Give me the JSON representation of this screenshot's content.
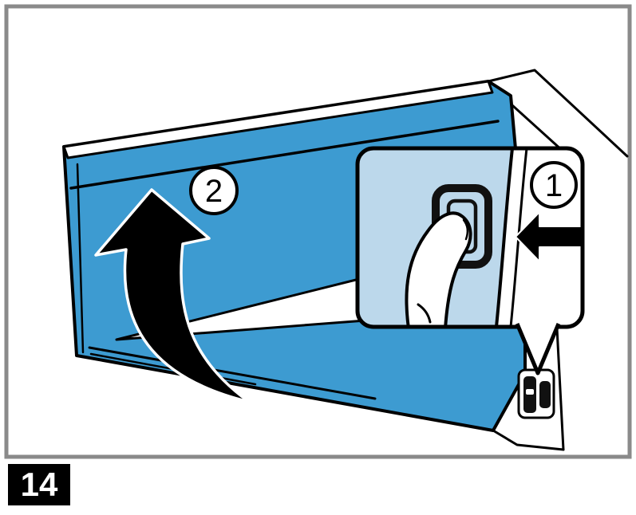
{
  "figure": {
    "type": "instruction-diagram",
    "step_badge": {
      "text": "14",
      "bg": "#000000",
      "fg": "#ffffff"
    },
    "labels": {
      "callout_circle": "1",
      "rotate_arrow_circle": "2"
    },
    "colors": {
      "drawer_blue": "#3d9bd1",
      "callout_panel_blue": "#bcd8eb",
      "line_black": "#000000",
      "frame_gray": "#8a8a8a",
      "background": "#ffffff"
    }
  }
}
